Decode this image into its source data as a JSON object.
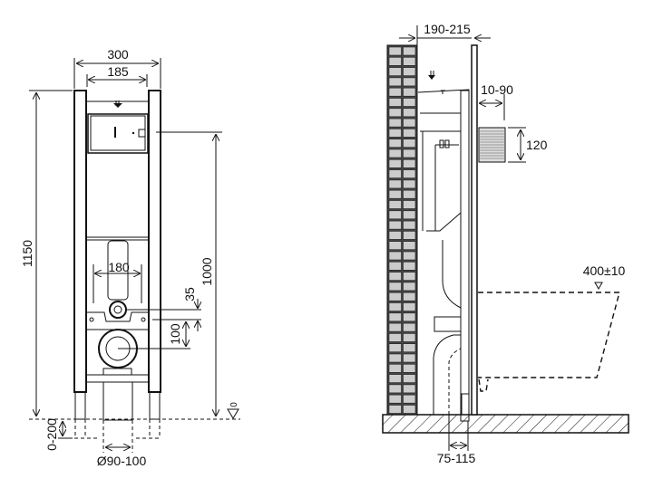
{
  "front_view": {
    "dims": {
      "width_total": "300",
      "width_inner": "185",
      "height_total": "1150",
      "flush_height": "1000",
      "bolt_spacing": "180",
      "offset_35": "35",
      "offset_100": "100",
      "leg_adjust": "0-200",
      "drain_diameter": "Ø90-100",
      "floor_level": "0"
    }
  },
  "side_view": {
    "dims": {
      "depth": "190-215",
      "flush_offset": "10-90",
      "flush_height": "120",
      "seat_height": "400±10",
      "drain_offset": "75-115"
    }
  }
}
